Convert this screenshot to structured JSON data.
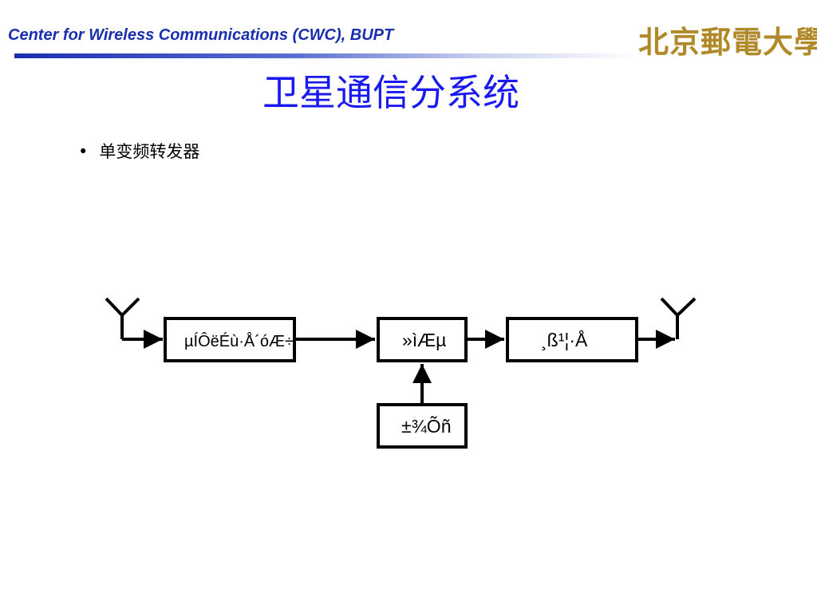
{
  "header": {
    "org_text": "Center for Wireless Communications (CWC), BUPT",
    "logo_text": "北京郵電大學"
  },
  "slide": {
    "title": "卫星通信分系统",
    "bullet": "单变频转发器"
  },
  "diagram": {
    "blocks": {
      "lna": "µÍÔëÉù·Å´óÆ÷",
      "mixer": "»ìÆµ",
      "oscillator": "±¾Õñ",
      "power_amp": "¸ß¹¦·Å"
    }
  }
}
